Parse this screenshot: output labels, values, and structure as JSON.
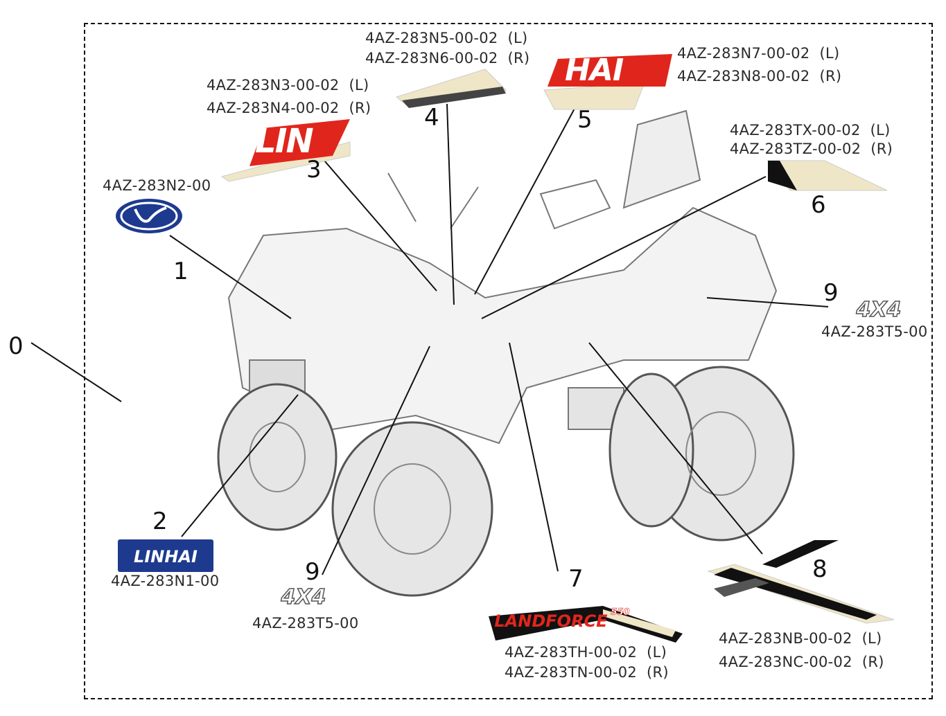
{
  "callouts": [
    {
      "number": "0"
    },
    {
      "number": "1",
      "parts": [
        "4AZ-283N2-00"
      ]
    },
    {
      "number": "2",
      "parts": [
        "4AZ-283N1-00"
      ]
    },
    {
      "number": "3",
      "parts": [
        "4AZ-283N3-00-02  (L)",
        "4AZ-283N4-00-02  (R)"
      ]
    },
    {
      "number": "4",
      "parts": [
        "4AZ-283N5-00-02  (L)",
        "4AZ-283N6-00-02  (R)"
      ]
    },
    {
      "number": "5",
      "parts": [
        "4AZ-283N7-00-02  (L)",
        "4AZ-283N8-00-02  (R)"
      ]
    },
    {
      "number": "6",
      "parts": [
        "4AZ-283TX-00-02  (L)",
        "4AZ-283TZ-00-02  (R)"
      ]
    },
    {
      "number": "7",
      "parts": [
        "4AZ-283TH-00-02  (L)",
        "4AZ-283TN-00-02  (R)"
      ]
    },
    {
      "number": "8",
      "parts": [
        "4AZ-283NB-00-02  (L)",
        "4AZ-283NC-00-02  (R)"
      ]
    },
    {
      "number": "9",
      "parts": [
        "4AZ-283T5-00"
      ]
    }
  ],
  "logos": {
    "linhai": "LINHAI",
    "lin": "LIN",
    "hai": "HAI",
    "fourbyfour": "4X4",
    "landforce": "LANDFORCE",
    "model": "550"
  },
  "colors": {
    "red": "#e0261c",
    "navy": "#1d3a8f",
    "cream": "#efe6c8",
    "black": "#111111"
  }
}
